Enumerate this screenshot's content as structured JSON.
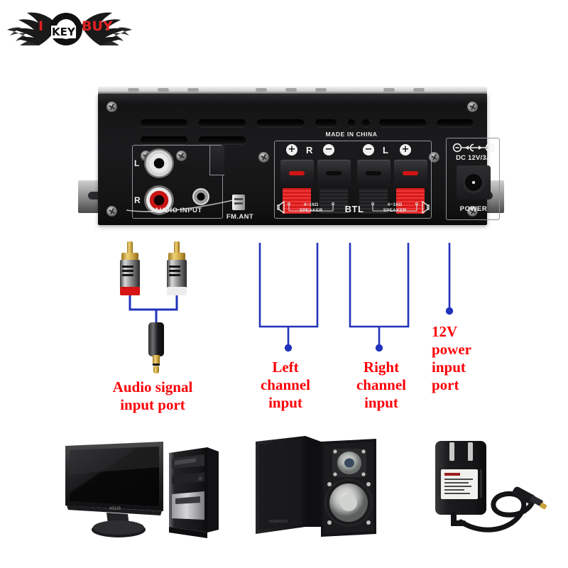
{
  "brand": {
    "logo_i": "I",
    "logo_key": "KEY",
    "logo_buy": "BUY",
    "left_wing_icon": "wing-icon",
    "right_wing_icon": "wing-icon"
  },
  "amplifier": {
    "made_in": "MADE IN CHINA",
    "audio_input": {
      "panel_label": "AUDIO INPUT",
      "left_label": "L",
      "right_label": "R",
      "left_jack_icon": "rca-jack-white-icon",
      "right_jack_icon": "rca-jack-red-icon",
      "aux_jack_icon": "headphone-jack-icon"
    },
    "fm_antenna": {
      "label": "FM.ANT",
      "clip_icon": "antenna-clip-icon"
    },
    "speaker_terminals": {
      "right_plus": "+",
      "right_channel": "R",
      "right_minus": "−",
      "left_minus": "−",
      "left_channel": "L",
      "left_plus": "+",
      "impedance_left": "4~16Ω",
      "impedance_left_sub": "SPEAKER",
      "impedance_right": "4~16Ω",
      "impedance_right_sub": "SPEAKER",
      "mode": "BTL",
      "speaker_icon": "speaker-icon"
    },
    "power": {
      "rating": "DC 12V/3A",
      "label": "POWER",
      "polarity_icon": "center-positive-polarity-icon",
      "jack_icon": "dc-barrel-jack-icon"
    },
    "chassis_icons": {
      "screw_icon": "screw-icon",
      "vent_icon": "ventilation-slot-icon",
      "mount_ear_icon": "mounting-bracket-icon",
      "power_cord_icon": "power-cord-icon"
    }
  },
  "cable_assembly": {
    "icon": "rca-to-3.5mm-cable-icon",
    "rca_red_icon": "rca-plug-red-icon",
    "rca_white_icon": "rca-plug-white-icon",
    "aux_plug_icon": "3.5mm-plug-icon"
  },
  "annotations": {
    "line_color": "#2233bb",
    "text_color": "#fb0007",
    "items": [
      {
        "id": "audio-signal-input-port",
        "lines": [
          "Audio signal",
          "input port"
        ]
      },
      {
        "id": "left-channel-input",
        "lines": [
          "Left",
          "channel",
          "input"
        ]
      },
      {
        "id": "right-channel-input",
        "lines": [
          "Right",
          "channel",
          "input"
        ]
      },
      {
        "id": "12v-power-input-port",
        "lines": [
          "12V",
          "power",
          "input",
          "port"
        ]
      }
    ]
  },
  "devices": [
    {
      "id": "desktop-computer",
      "icon": "computer-monitor-and-tower-icon"
    },
    {
      "id": "bookshelf-speakers",
      "icon": "speaker-pair-icon"
    },
    {
      "id": "power-adapter",
      "icon": "ac-power-adapter-icon"
    }
  ]
}
